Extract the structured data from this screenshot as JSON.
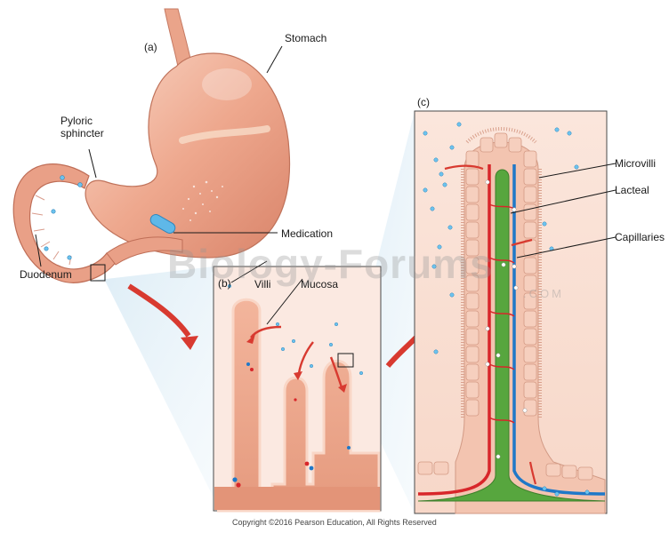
{
  "panels": {
    "a": "(a)",
    "b": "(b)",
    "c": "(c)"
  },
  "labels": {
    "stomach": "Stomach",
    "pyloric_sphincter": "Pyloric\nsphincter",
    "duodenum": "Duodenum",
    "medication": "Medication",
    "villi": "Villi",
    "mucosa": "Mucosa",
    "microvilli": "Microvilli",
    "lacteal": "Lacteal",
    "capillaries": "Capillaries"
  },
  "watermark": {
    "text": "Biology-Forums",
    "sub": ".COM"
  },
  "copyright": "Copyright ©2016 Pearson Education, All Rights Reserved",
  "colors": {
    "tissue": "#eda98f",
    "tissue_dark": "#c9735c",
    "tissue_light": "#f8d3c2",
    "blood_red": "#d8262a",
    "blood_blue": "#1f78c8",
    "lacteal_green": "#4f9e3a",
    "medication_blue": "#5fb8e8",
    "arrow_red": "#d83a30"
  }
}
